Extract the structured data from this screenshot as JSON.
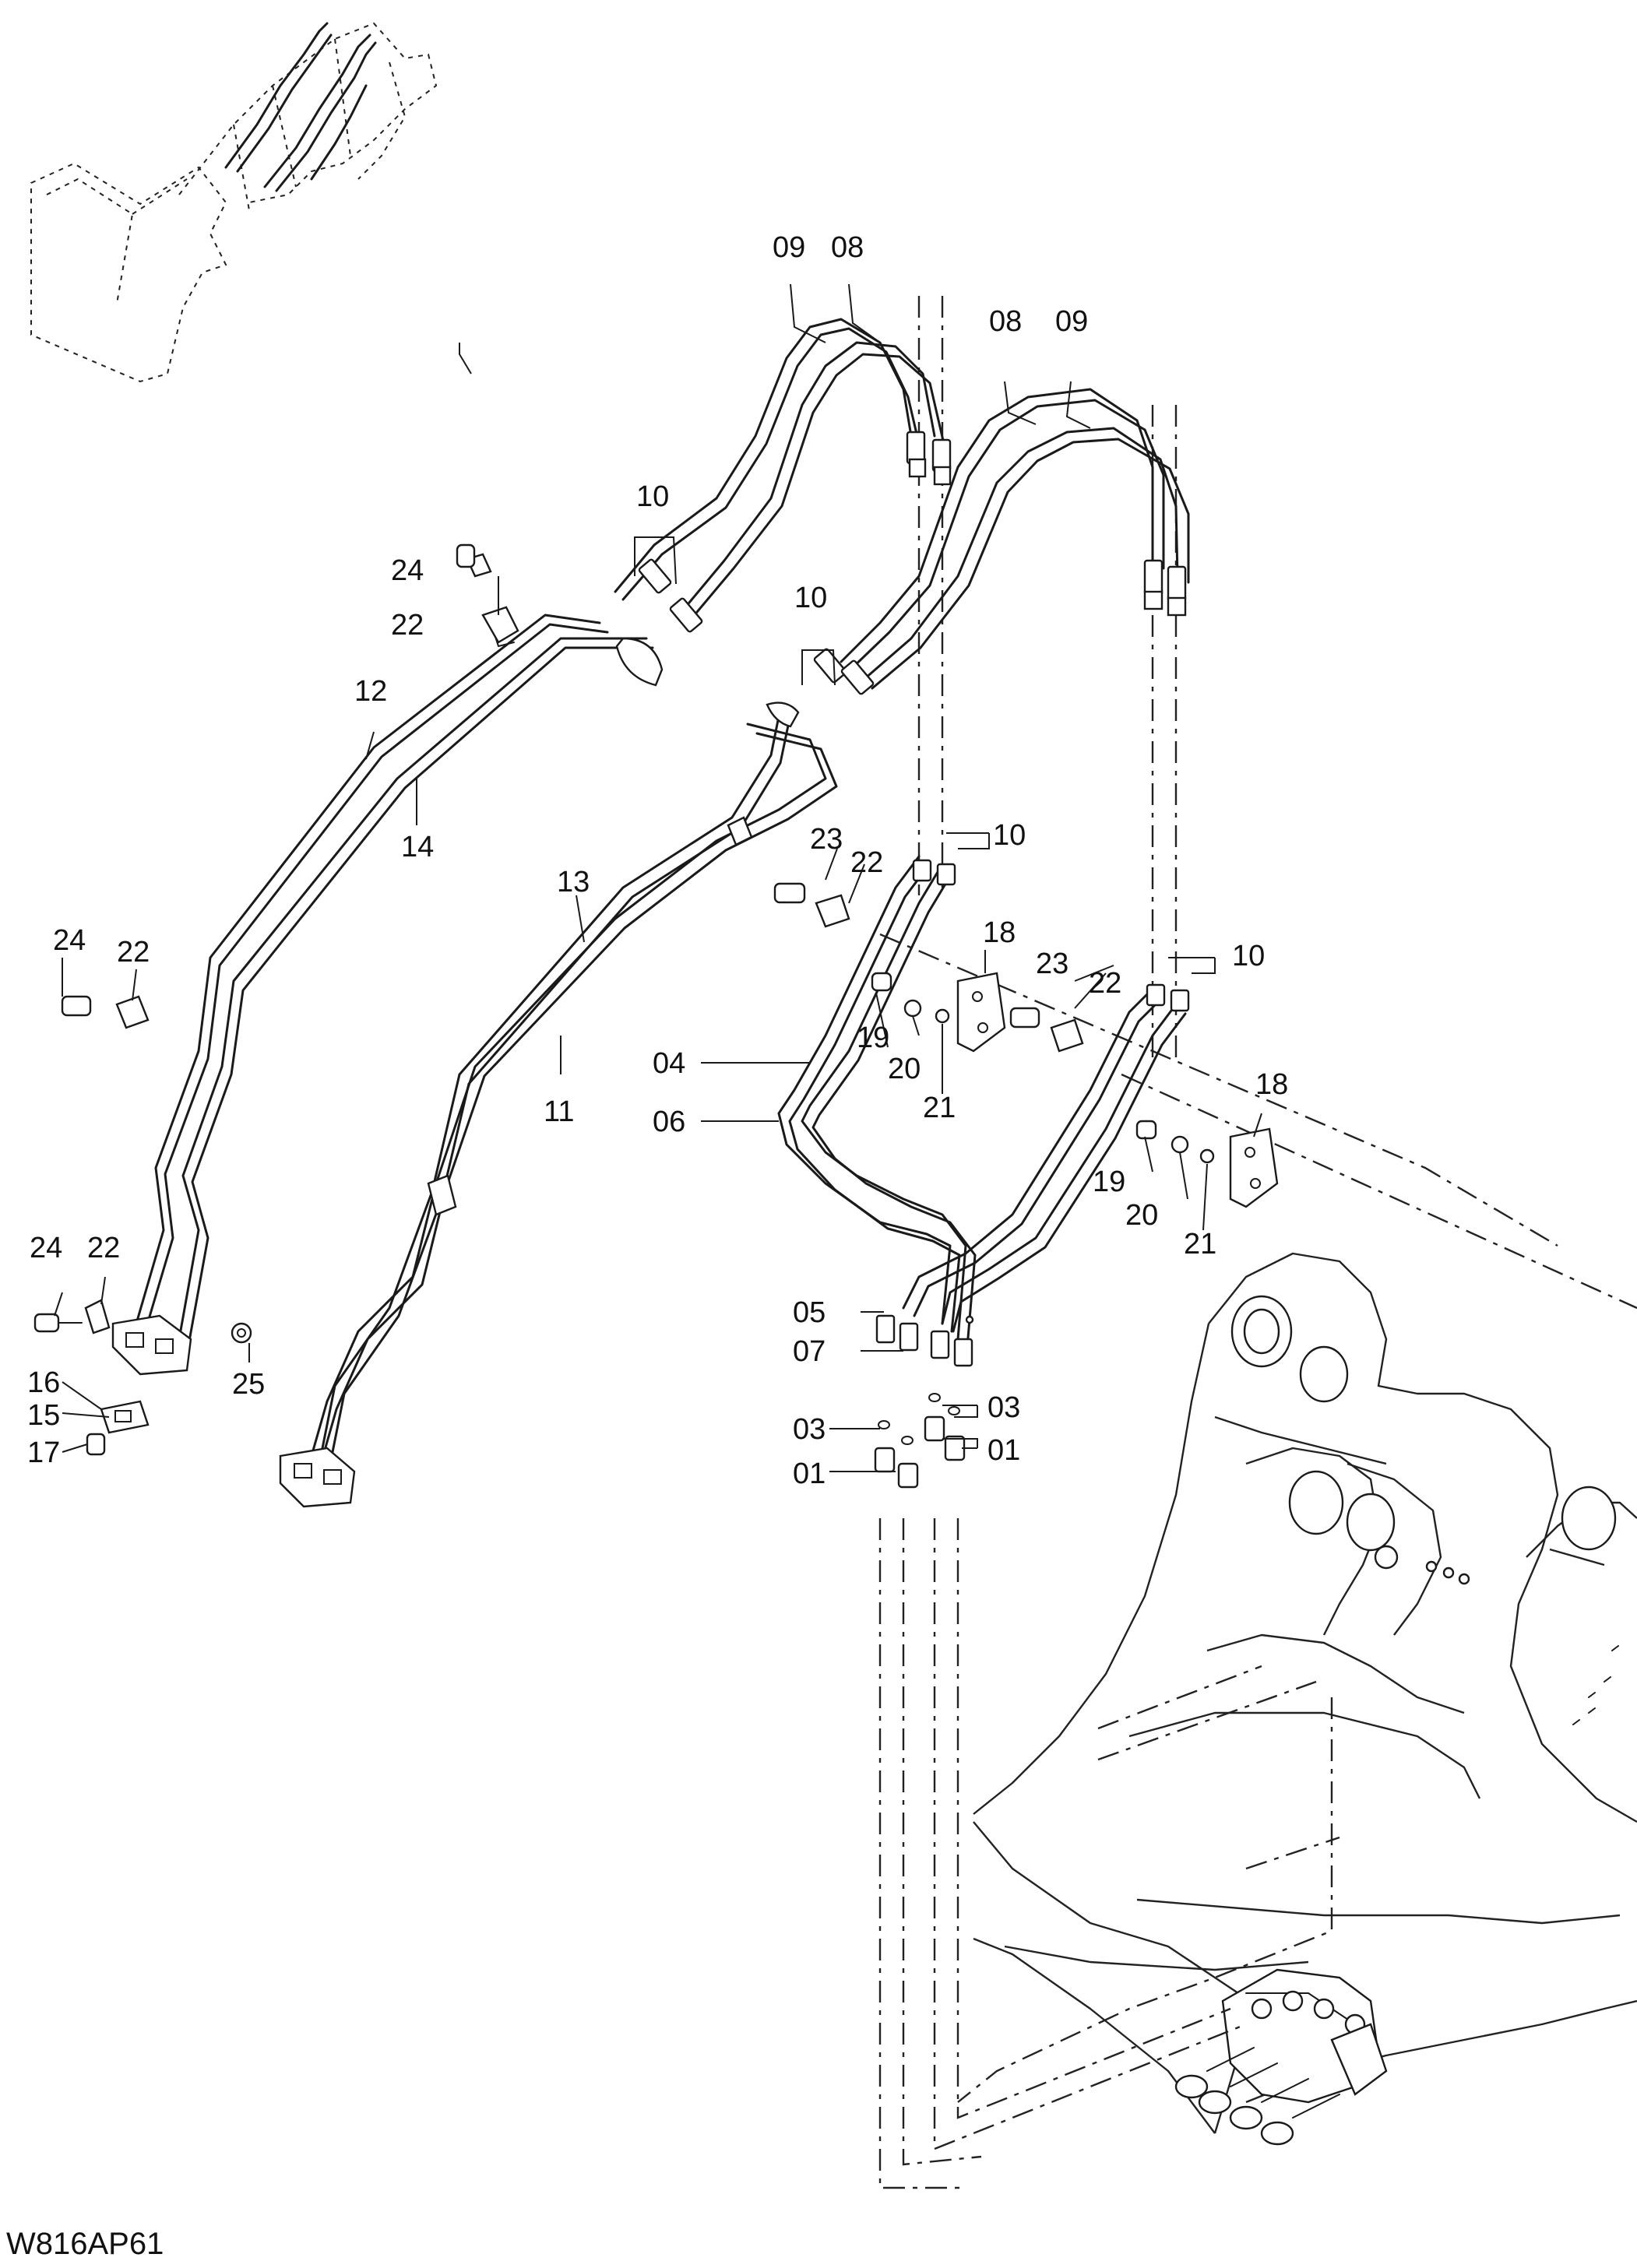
{
  "diagram_code": "W816AP61",
  "callouts": [
    {
      "id": "c09a",
      "text": "09"
    },
    {
      "id": "c08a",
      "text": "08"
    },
    {
      "id": "c08b",
      "text": "08"
    },
    {
      "id": "c09b",
      "text": "09"
    },
    {
      "id": "c10a",
      "text": "10"
    },
    {
      "id": "c24a",
      "text": "24"
    },
    {
      "id": "c22a",
      "text": "22"
    },
    {
      "id": "c10b",
      "text": "10"
    },
    {
      "id": "c12",
      "text": "12"
    },
    {
      "id": "c14",
      "text": "14"
    },
    {
      "id": "c10c",
      "text": "10"
    },
    {
      "id": "c23a",
      "text": "23"
    },
    {
      "id": "c22b",
      "text": "22"
    },
    {
      "id": "c13",
      "text": "13"
    },
    {
      "id": "c18a",
      "text": "18"
    },
    {
      "id": "c24b",
      "text": "24"
    },
    {
      "id": "c22c",
      "text": "22"
    },
    {
      "id": "c23b",
      "text": "23"
    },
    {
      "id": "c22d",
      "text": "22"
    },
    {
      "id": "c10d",
      "text": "10"
    },
    {
      "id": "c19a",
      "text": "19"
    },
    {
      "id": "c04",
      "text": "04"
    },
    {
      "id": "c20a",
      "text": "20"
    },
    {
      "id": "c21a",
      "text": "21"
    },
    {
      "id": "c11",
      "text": "11"
    },
    {
      "id": "c06",
      "text": "06"
    },
    {
      "id": "c18b",
      "text": "18"
    },
    {
      "id": "c19b",
      "text": "19"
    },
    {
      "id": "c20b",
      "text": "20"
    },
    {
      "id": "c21b",
      "text": "21"
    },
    {
      "id": "c24c",
      "text": "24"
    },
    {
      "id": "c22e",
      "text": "22"
    },
    {
      "id": "c05",
      "text": "05"
    },
    {
      "id": "c07",
      "text": "07"
    },
    {
      "id": "c25",
      "text": "25"
    },
    {
      "id": "c16",
      "text": "16"
    },
    {
      "id": "c15",
      "text": "15"
    },
    {
      "id": "c17",
      "text": "17"
    },
    {
      "id": "c03a",
      "text": "03"
    },
    {
      "id": "c03b",
      "text": "03"
    },
    {
      "id": "c01a",
      "text": "01"
    },
    {
      "id": "c01b",
      "text": "01"
    }
  ]
}
